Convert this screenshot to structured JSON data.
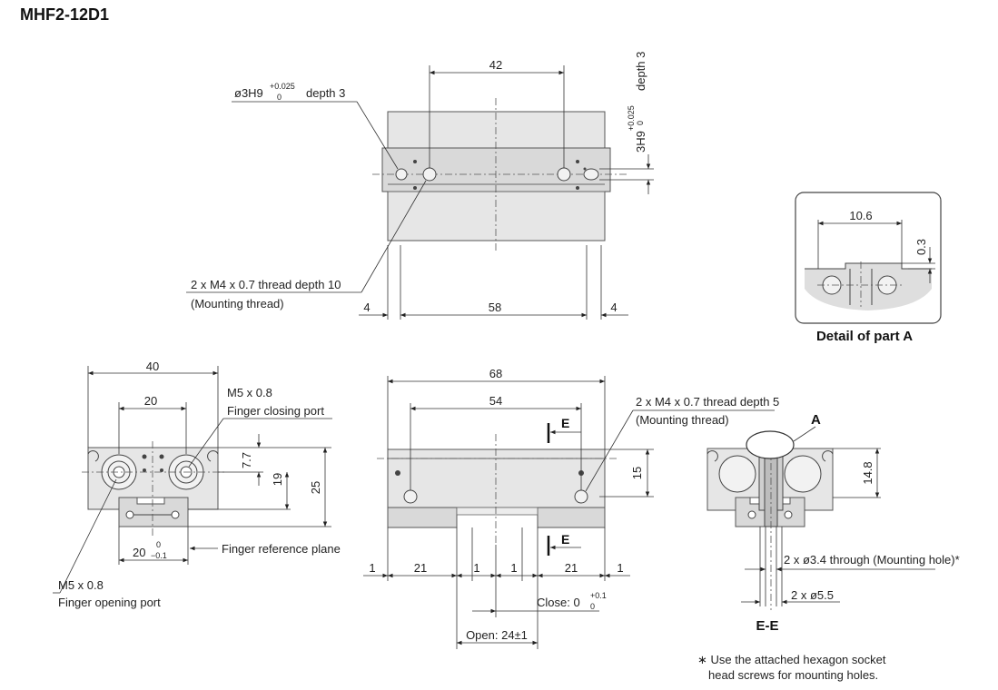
{
  "title": "MHF2-12D1",
  "top_view": {
    "dim_42": "42",
    "pin_hole_label": "ø3H9",
    "pin_tol_upper": "+0.025",
    "pin_tol_lower": "0",
    "pin_depth": "depth 3",
    "right_hole_label": "3H9",
    "right_tol_upper": "+0.025",
    "right_tol_lower": "0",
    "right_depth": "depth 3",
    "thread_label": "2 x M4 x 0.7 thread depth 10",
    "thread_note": "(Mounting thread)",
    "dim_4_left": "4",
    "dim_58": "58",
    "dim_4_right": "4"
  },
  "detail_a": {
    "dim_10_6": "10.6",
    "dim_0_3": "0.3",
    "caption": "Detail of part A"
  },
  "side_view": {
    "dim_40": "40",
    "dim_20_top": "20",
    "m5_closing": "M5 x 0.8",
    "closing_port": "Finger closing port",
    "dim_7_7": "7.7",
    "dim_19": "19",
    "dim_25": "25",
    "dim_20_bottom": "20",
    "tol_upper": "0",
    "tol_lower": "−0.1",
    "ref_plane": "Finger reference plane",
    "m5_opening": "M5 x 0.8",
    "opening_port": "Finger opening port"
  },
  "front_view": {
    "dim_68": "68",
    "dim_54": "54",
    "section_e_top": "E",
    "section_e_bottom": "E",
    "thread_label": "2 x M4 x 0.7 thread depth 5",
    "thread_note": "(Mounting thread)",
    "dim_15": "15",
    "dim_1_a": "1",
    "dim_21_a": "21",
    "dim_1_b": "1",
    "dim_1_c": "1",
    "dim_21_b": "21",
    "dim_1_d": "1",
    "close_label": "Close: 0",
    "close_tol_upper": "+0.1",
    "close_tol_lower": "0",
    "open_label": "Open: 24±1"
  },
  "section_ee": {
    "label_a": "A",
    "dim_14_8": "14.8",
    "through_hole": "2 x ø3.4 through (Mounting hole)*",
    "counterbore": "2 x ø5.5",
    "caption": "E-E"
  },
  "footnote": {
    "line1": "∗ Use the attached hexagon socket",
    "line2": "head screws for mounting holes."
  }
}
